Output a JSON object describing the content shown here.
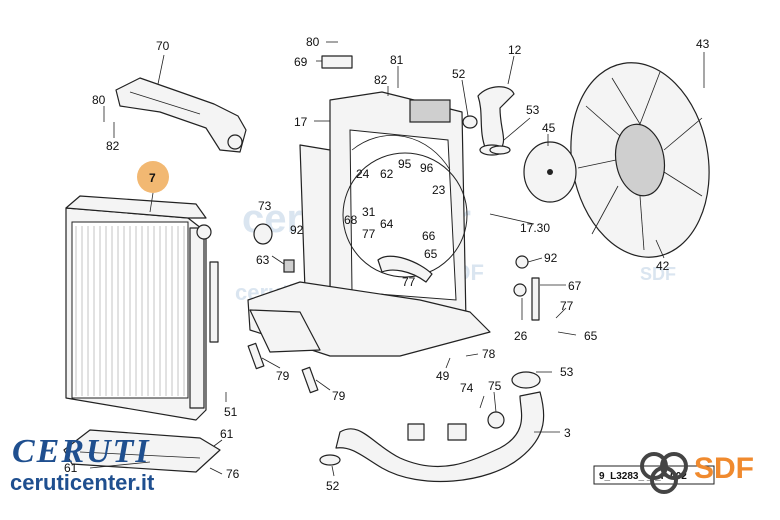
{
  "diagram": {
    "labels": [
      {
        "id": "70",
        "text": "70"
      },
      {
        "id": "80a",
        "text": "80"
      },
      {
        "id": "82a",
        "text": "82"
      },
      {
        "id": "7",
        "text": "7"
      },
      {
        "id": "80b",
        "text": "80"
      },
      {
        "id": "69",
        "text": "69"
      },
      {
        "id": "81",
        "text": "81"
      },
      {
        "id": "82b",
        "text": "82"
      },
      {
        "id": "17",
        "text": "17"
      },
      {
        "id": "52a",
        "text": "52"
      },
      {
        "id": "12",
        "text": "12"
      },
      {
        "id": "53a",
        "text": "53"
      },
      {
        "id": "45",
        "text": "45"
      },
      {
        "id": "43",
        "text": "43"
      },
      {
        "id": "24",
        "text": "24"
      },
      {
        "id": "62",
        "text": "62"
      },
      {
        "id": "95",
        "text": "95"
      },
      {
        "id": "96",
        "text": "96"
      },
      {
        "id": "23",
        "text": "23"
      },
      {
        "id": "31",
        "text": "31"
      },
      {
        "id": "73",
        "text": "73"
      },
      {
        "id": "68",
        "text": "68"
      },
      {
        "id": "92a",
        "text": "92"
      },
      {
        "id": "64",
        "text": "64"
      },
      {
        "id": "17.30",
        "text": "17.30"
      },
      {
        "id": "66",
        "text": "66"
      },
      {
        "id": "77a",
        "text": "77"
      },
      {
        "id": "63",
        "text": "63"
      },
      {
        "id": "65a",
        "text": "65"
      },
      {
        "id": "92b",
        "text": "92"
      },
      {
        "id": "77b",
        "text": "77"
      },
      {
        "id": "67",
        "text": "67"
      },
      {
        "id": "42",
        "text": "42"
      },
      {
        "id": "77c",
        "text": "77"
      },
      {
        "id": "65b",
        "text": "65"
      },
      {
        "id": "26",
        "text": "26"
      },
      {
        "id": "78",
        "text": "78"
      },
      {
        "id": "49",
        "text": "49"
      },
      {
        "id": "53b",
        "text": "53"
      },
      {
        "id": "79a",
        "text": "79"
      },
      {
        "id": "79b",
        "text": "79"
      },
      {
        "id": "74",
        "text": "74"
      },
      {
        "id": "75",
        "text": "75"
      },
      {
        "id": "51",
        "text": "51"
      },
      {
        "id": "61a",
        "text": "61"
      },
      {
        "id": "3",
        "text": "3"
      },
      {
        "id": "61b",
        "text": "61"
      },
      {
        "id": "76",
        "text": "76"
      },
      {
        "id": "52b",
        "text": "52"
      }
    ]
  },
  "logo": {
    "brand": "CERUTI",
    "site": "ceruticenter.it"
  },
  "brand_sdf": "SDF",
  "drawing_code": "9_L3283_ _ _F-002",
  "watermarks": {
    "sdf": "SDF",
    "center": "ceruticenter"
  },
  "colors": {
    "logo_blue": "#1f4f8f",
    "sdf_orange": "#f08a2e",
    "highlight": "#f2b872"
  }
}
